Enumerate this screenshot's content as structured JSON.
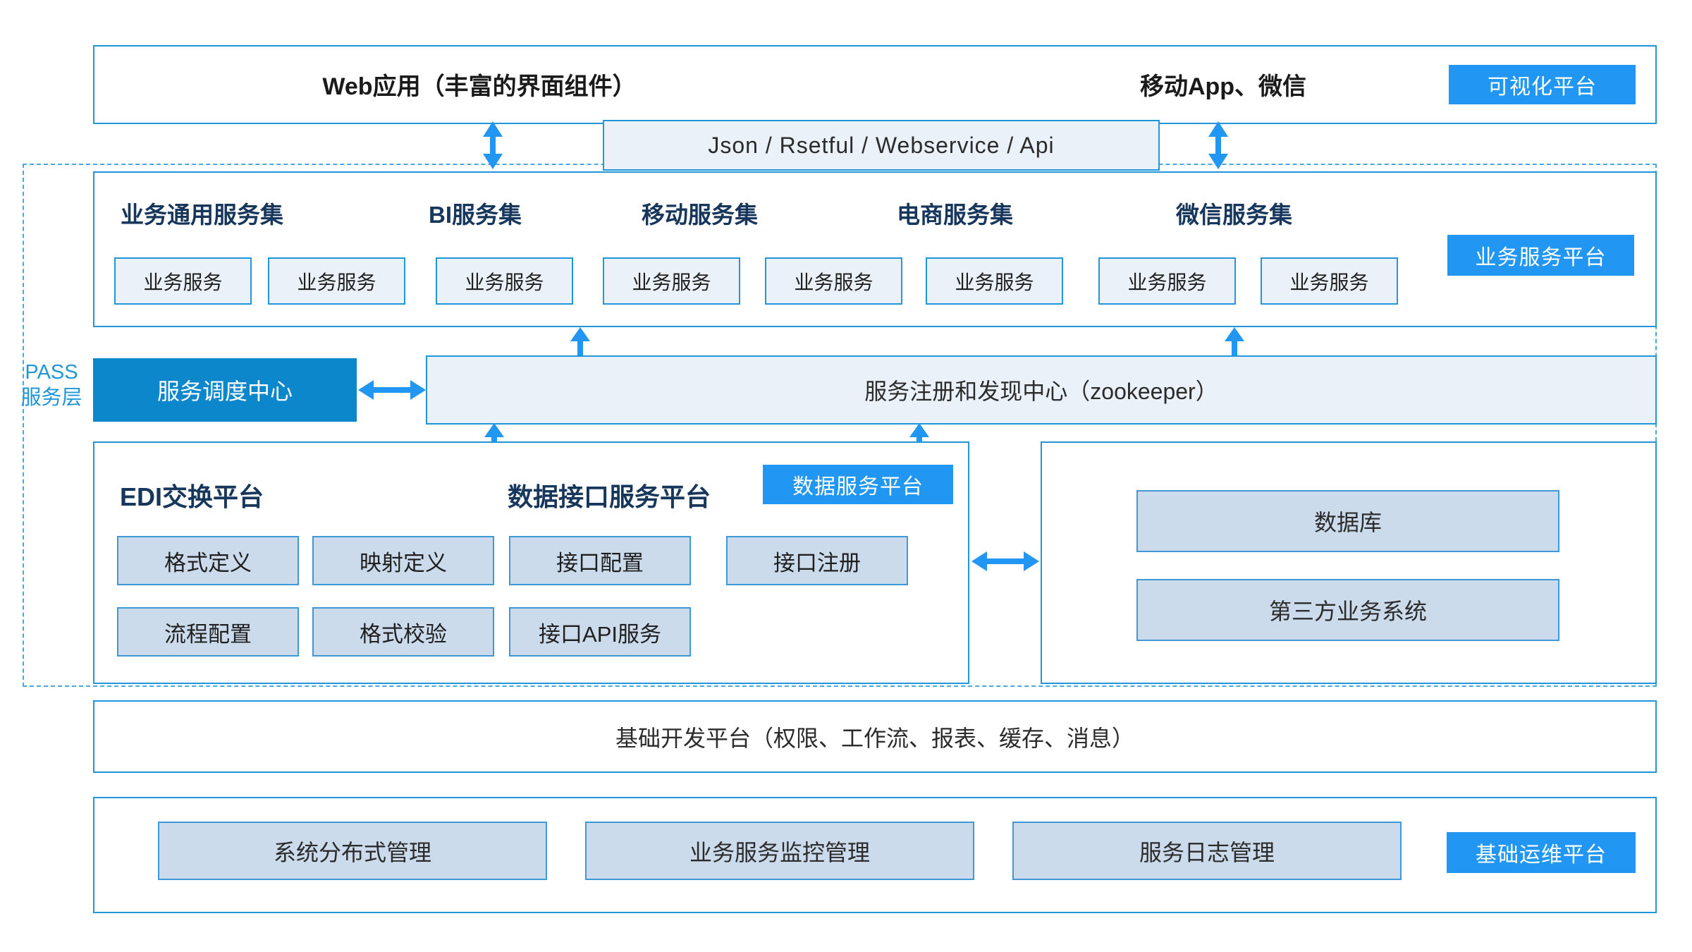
{
  "diagram": {
    "title_hidden": "",
    "pass_label": {
      "line1": "PASS",
      "line2": "服务层"
    },
    "layers": {
      "presentation": {
        "badge": "可视化平台",
        "items": [
          {
            "label": "Web应用（丰富的界面组件）"
          },
          {
            "label": "移动App、微信"
          }
        ]
      },
      "api_bar": {
        "label": "Json / Rsetful / Webservice / Api"
      },
      "business_service": {
        "badge": "业务服务平台",
        "groups": [
          {
            "title": "业务通用服务集",
            "services": [
              "业务服务",
              "业务服务"
            ]
          },
          {
            "title": "BI服务集",
            "services": [
              "业务服务"
            ]
          },
          {
            "title": "移动服务集",
            "services": [
              "业务服务",
              "业务服务"
            ]
          },
          {
            "title": "电商服务集",
            "services": [
              "业务服务"
            ]
          },
          {
            "title": "微信服务集",
            "services": [
              "业务服务",
              "业务服务"
            ]
          }
        ]
      },
      "registry_row": {
        "scheduler": "服务调度中心",
        "registry": "服务注册和发现中心（zookeeper）"
      },
      "data_service": {
        "badge": "数据服务平台",
        "edi": {
          "title": "EDI交换平台",
          "items": [
            "格式定义",
            "映射定义",
            "流程配置",
            "格式校验"
          ]
        },
        "data_api": {
          "title": "数据接口服务平台",
          "items": [
            "接口配置",
            "接口注册",
            "接口API服务"
          ]
        },
        "external": {
          "items": [
            "数据库",
            "第三方业务系统"
          ]
        }
      },
      "dev_platform": {
        "label": "基础开发平台（权限、工作流、报表、缓存、消息）"
      },
      "ops_platform": {
        "badge": "基础运维平台",
        "items": [
          "系统分布式管理",
          "业务服务监控管理",
          "服务日志管理"
        ]
      }
    },
    "colors": {
      "accent": "#2196f3",
      "border": "#2196d9",
      "solid": "#0d87cc",
      "fill_light": "#eaf1f9",
      "fill_mid": "#ccdbeb",
      "header_text": "#16365c",
      "pass_text": "#2196d9"
    }
  }
}
